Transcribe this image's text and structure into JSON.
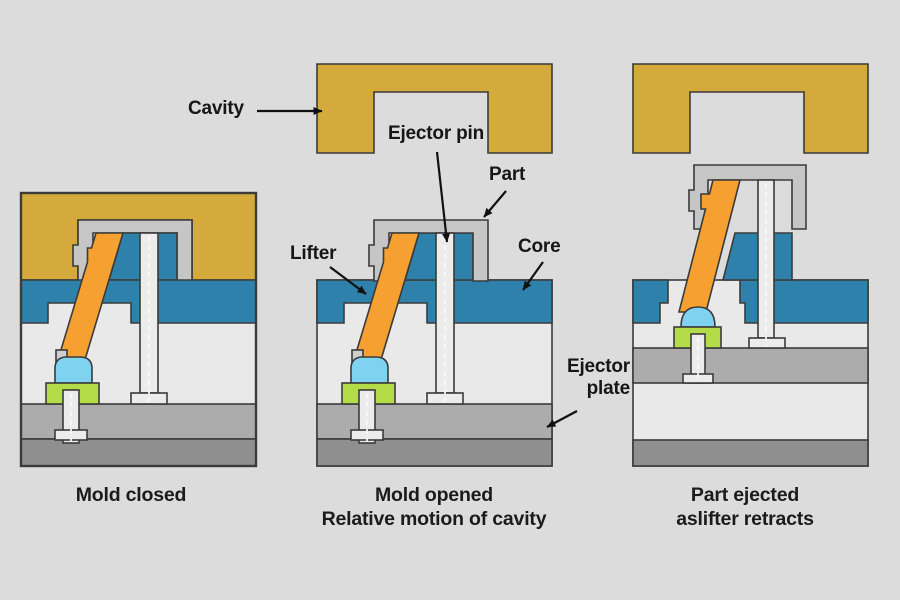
{
  "title": "Lifter mechanism mold ejection sequence diagram",
  "callouts": {
    "cavity": {
      "text": "Cavity"
    },
    "ejector_pin": {
      "text": "Ejector pin"
    },
    "part": {
      "text": "Part"
    },
    "core": {
      "text": "Core"
    },
    "lifter": {
      "text": "Lifter"
    },
    "ejector_plate": {
      "text": "Ejector\nplate"
    }
  },
  "panels": [
    {
      "id": "mold-closed",
      "caption": "Mold closed"
    },
    {
      "id": "mold-opened",
      "caption": "Mold opened\nRelative motion of cavity"
    },
    {
      "id": "part-ejected",
      "caption": "Part ejected\naslifter retracts"
    }
  ],
  "colors": {
    "background": "#dcdcdc",
    "cavity": "#d4aa3c",
    "core": "#2e81aa",
    "lifter": "#f5a030",
    "lifter_head": "#7fd2f0",
    "slider": "#b4dc48",
    "part": "#c6c6c6",
    "mold_interior": "#e9e9e9",
    "ejector_plate_top": "#acacac",
    "ejector_plate_base": "#8f8f8f",
    "pin": "#ececec",
    "outline": "#3b3b3b"
  }
}
